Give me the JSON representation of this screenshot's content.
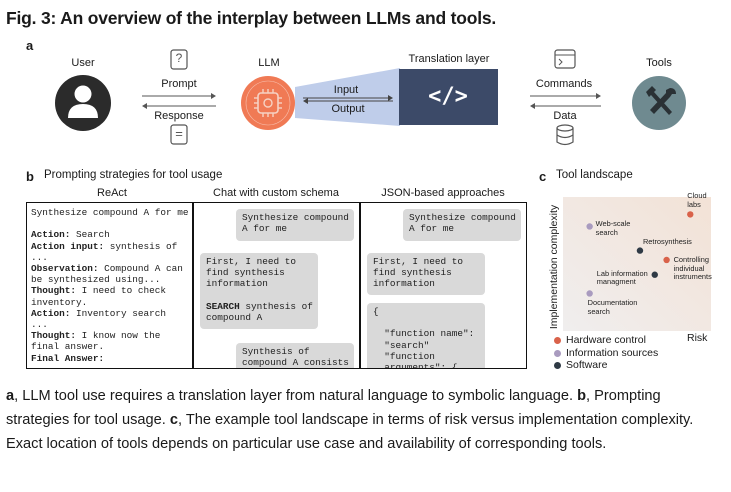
{
  "figure_title": "Fig. 3: An overview of the interplay between LLMs and tools.",
  "panel_a": {
    "label": "a",
    "user": "User",
    "llm": "LLM",
    "translation_layer": "Translation layer",
    "tools": "Tools",
    "prompt": "Prompt",
    "response": "Response",
    "input": "Input",
    "output": "Output",
    "commands": "Commands",
    "data": "Data",
    "question_glyph": "?",
    "equals_glyph": "=",
    "code_glyph": "</>"
  },
  "panel_b": {
    "label": "b",
    "title": "Prompting strategies for tool usage",
    "react": {
      "heading": "ReAct",
      "lines": [
        "Synthesize compound A for me",
        "",
        "@Action:@ Search",
        "@Action input:@ synthesis of",
        "...",
        "@Observation:@ Compound A can",
        "be synthesized using...",
        "@Thought:@ I need to check",
        "inventory.",
        "@Action:@ Inventory search",
        "...",
        "@Thought:@ I know now the",
        "final answer.",
        "@Final Answer:@"
      ]
    },
    "chat": {
      "heading": "Chat with custom schema",
      "bubble1": "Synthesize compound\nA for me",
      "bubble2a": "First, I need to\nfind synthesis\ninformation",
      "bubble2_keyword": "SEARCH",
      "bubble2b": " synthesis of\ncompound A",
      "bubble3": "Synthesis of\ncompound A consists"
    },
    "json": {
      "heading": "JSON-based approaches",
      "bubble1": "Synthesize compound\nA for me",
      "bubble2": "First, I need to\nfind synthesis\ninformation",
      "bubble3": "{\n\n  \"function name\":\n  \"search\"\n  \"function\n  arguments\": {"
    }
  },
  "panel_c": {
    "label": "c",
    "title": "Tool landscape",
    "ylabel": "Implementation complexity",
    "xlabel": "Risk",
    "legend": [
      {
        "label": "Hardware control",
        "color": "#d9624a"
      },
      {
        "label": "Information sources",
        "color": "#a99bbf"
      },
      {
        "label": "Software",
        "color": "#2f3a45"
      }
    ],
    "points": [
      {
        "label": "Cloud\nlabs",
        "category": "Hardware control",
        "risk": 0.86,
        "complexity": 0.87
      },
      {
        "label": "Web-scale\nsearch",
        "category": "Information sources",
        "risk": 0.18,
        "complexity": 0.78
      },
      {
        "label": "Retrosynthesis",
        "category": "Software",
        "risk": 0.52,
        "complexity": 0.6
      },
      {
        "label": "Controlling\nindividual\ninstruments",
        "category": "Hardware control",
        "risk": 0.7,
        "complexity": 0.53
      },
      {
        "label": "Lab information\nmanagment",
        "category": "Software",
        "risk": 0.62,
        "complexity": 0.42
      },
      {
        "label": "Documentation\nsearch",
        "category": "Information sources",
        "risk": 0.18,
        "complexity": 0.28
      }
    ]
  },
  "caption": {
    "p1_label": "a",
    "p1_text": ", LLM tool use requires a translation layer from natural language to symbolic language. ",
    "p2_label": "b",
    "p2_text": ", Prompting strategies for tool usage. ",
    "p3_label": "c",
    "p3_text": ", The example tool landscape in terms of risk versus implementation complexity. Exact location of tools depends on particular use case and availability of corresponding tools."
  }
}
